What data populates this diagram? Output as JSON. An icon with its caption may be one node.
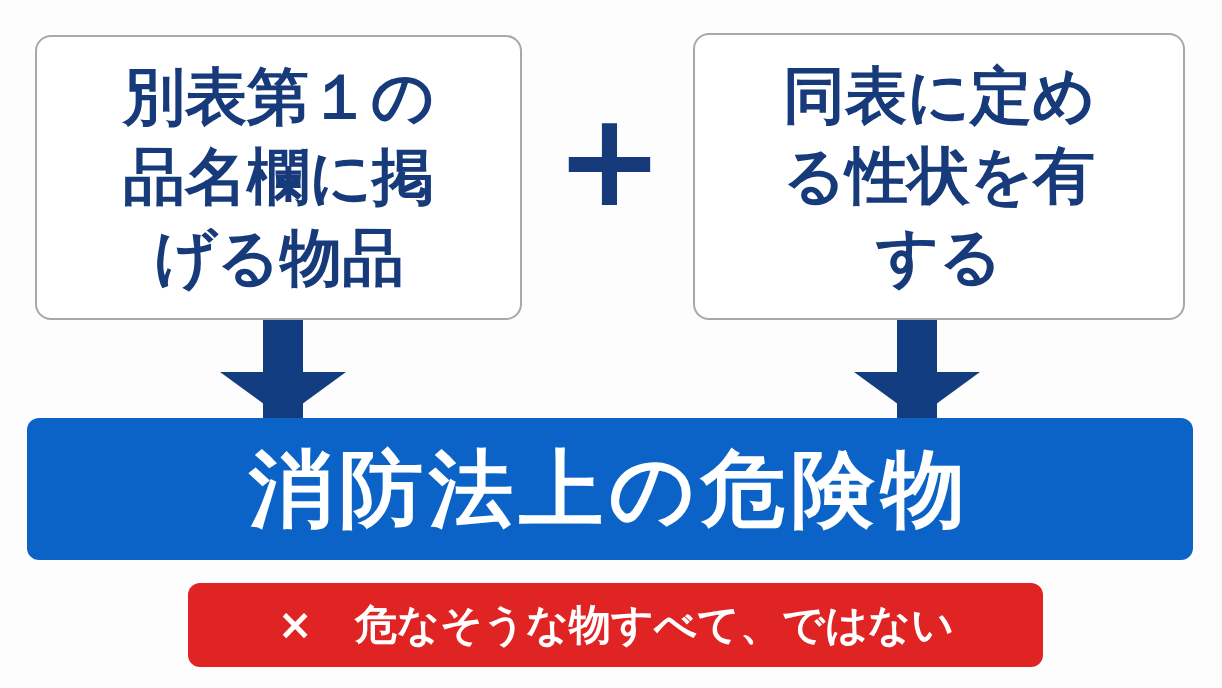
{
  "diagram": {
    "nodes": [
      {
        "text": [
          "別表第１の品名欄に掲げる物品"
        ]
      },
      {
        "text": [
          "同表に定める性状を有する"
        ]
      },
      {
        "text": [
          "消防法上の危険物"
        ]
      },
      {
        "text": [
          "×　危なそうな物すべて、ではない"
        ]
      }
    ],
    "edges": [
      {
        "from": 0,
        "to": 2,
        "arrow": "to"
      },
      {
        "from": 1,
        "to": 2,
        "arrow": "to"
      }
    ],
    "labels": [
      "+"
    ]
  }
}
